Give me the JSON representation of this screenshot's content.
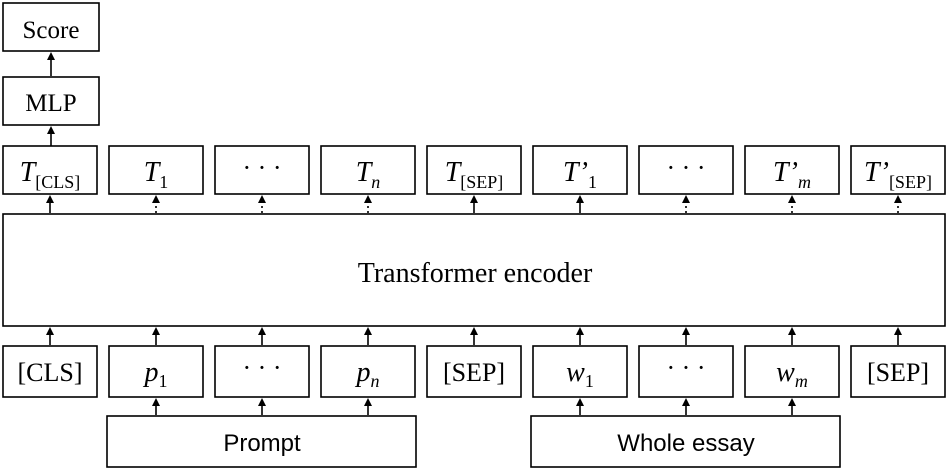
{
  "top": {
    "score": "Score",
    "mlp": "MLP"
  },
  "outputs": [
    {
      "main": "T",
      "sub": "[CLS]",
      "italic_sub": false,
      "prime": false
    },
    {
      "main": "T",
      "sub": "1",
      "italic_sub": false,
      "prime": false
    },
    {
      "main": "· · ·",
      "sub": "",
      "italic_sub": false,
      "prime": false,
      "dots": true
    },
    {
      "main": "T",
      "sub": "n",
      "italic_sub": true,
      "prime": false
    },
    {
      "main": "T",
      "sub": "[SEP]",
      "italic_sub": false,
      "prime": false
    },
    {
      "main": "T",
      "sub": "1",
      "italic_sub": false,
      "prime": true
    },
    {
      "main": "· · ·",
      "sub": "",
      "italic_sub": false,
      "prime": false,
      "dots": true
    },
    {
      "main": "T",
      "sub": "m",
      "italic_sub": true,
      "prime": true
    },
    {
      "main": "T",
      "sub": "[SEP]",
      "italic_sub": false,
      "prime": true
    }
  ],
  "encoder": {
    "label": "Transformer encoder"
  },
  "inputs": [
    {
      "main": "[CLS]",
      "sub": "",
      "plain": true
    },
    {
      "main": "p",
      "sub": "1",
      "plain": false
    },
    {
      "main": "· · ·",
      "sub": "",
      "plain": true,
      "dots": true
    },
    {
      "main": "p",
      "sub": "n",
      "plain": false,
      "italic_sub": true
    },
    {
      "main": "[SEP]",
      "sub": "",
      "plain": true
    },
    {
      "main": "w",
      "sub": "1",
      "plain": false
    },
    {
      "main": "· · ·",
      "sub": "",
      "plain": true,
      "dots": true
    },
    {
      "main": "w",
      "sub": "m",
      "plain": false,
      "italic_sub": true
    },
    {
      "main": "[SEP]",
      "sub": "",
      "plain": true
    }
  ],
  "sources": {
    "prompt": "Prompt",
    "essay": "Whole essay"
  }
}
